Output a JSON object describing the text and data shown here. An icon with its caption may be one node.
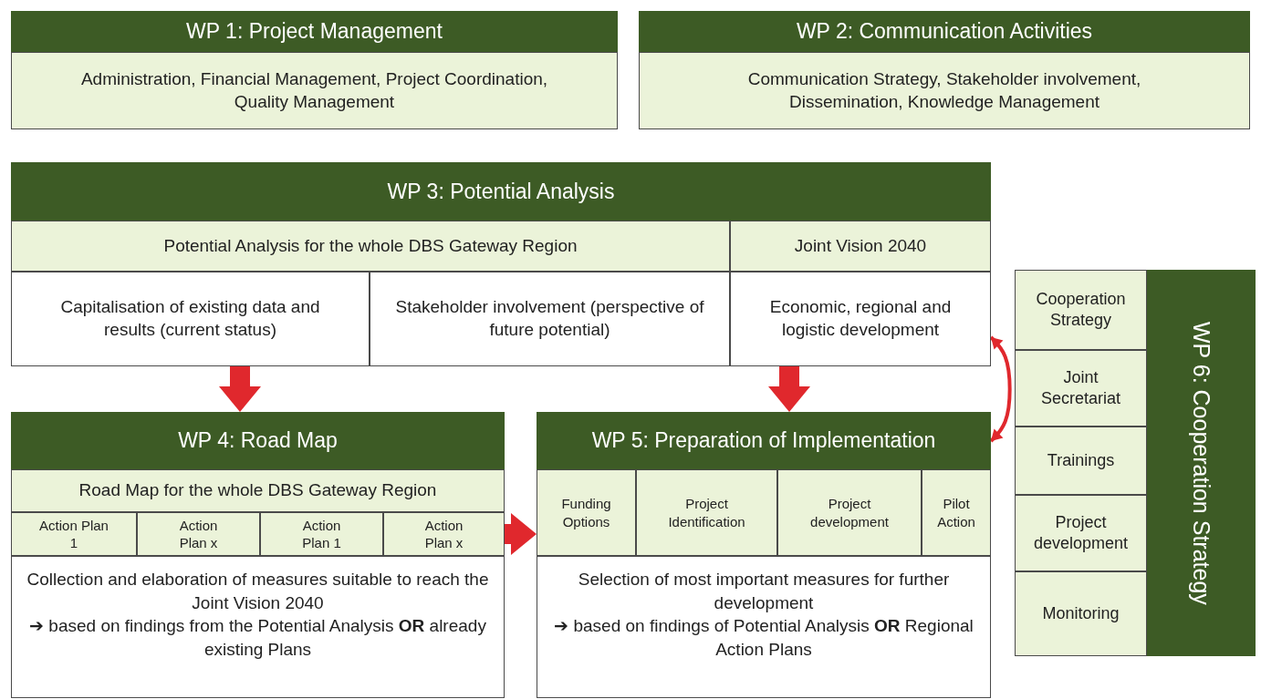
{
  "diagram": {
    "nodes": [
      {
        "text": [
          "WP 1: Project Management"
        ]
      },
      {
        "text": [
          "Administration, Financial Management, Project Coordination, Quality Management"
        ],
        "in": 0
      },
      {
        "text": [
          "WP 2: Communication Activities"
        ]
      },
      {
        "text": [
          "Communication Strategy, Stakeholder involvement, Dissemination, Knowledge Management"
        ],
        "in": 2
      },
      {
        "text": [
          "WP 3: Potential Analysis"
        ]
      },
      {
        "text": [
          "Potential Analysis for the whole DBS Gateway Region"
        ],
        "in": 4
      },
      {
        "text": [
          "Joint Vision 2040"
        ],
        "in": 4
      },
      {
        "text": [
          "Capitalisation of existing data and results (current status)"
        ],
        "in": 4
      },
      {
        "text": [
          "Stakeholder involvement (perspective of future potential)"
        ],
        "in": 4
      },
      {
        "text": [
          "Economic, regional and logistic development"
        ],
        "in": 4
      },
      {
        "text": [
          "WP 4: Road Map"
        ]
      },
      {
        "text": [
          "Road Map for the whole DBS Gateway Region"
        ],
        "in": 10
      },
      {
        "text": [
          "Action Plan 1"
        ],
        "in": 10
      },
      {
        "text": [
          "Action Plan x"
        ],
        "in": 10
      },
      {
        "text": [
          "Action Plan 1"
        ],
        "in": 10
      },
      {
        "text": [
          "Action Plan x"
        ],
        "in": 10
      },
      {
        "text": [
          "Collection and elaboration of measures suitable to reach the Joint Vision 2040",
          "➔ based on findings from the Potential Analysis **OR** already existing Plans"
        ],
        "in": 10
      },
      {
        "text": [
          "WP 5: Preparation of Implementation"
        ]
      },
      {
        "text": [
          "Funding Options"
        ],
        "in": 17
      },
      {
        "text": [
          "Project Identification"
        ],
        "in": 17
      },
      {
        "text": [
          "Project development"
        ],
        "in": 17
      },
      {
        "text": [
          "Pilot Action"
        ],
        "in": 17
      },
      {
        "text": [
          "Selection of most important measures for further development",
          "➔ based on findings of Potential Analysis **OR** Regional Action Plans"
        ],
        "in": 17
      },
      {
        "text": [
          "WP 6: Cooperation Strategy"
        ]
      },
      {
        "text": [
          "Cooperation Strategy"
        ],
        "in": 23
      },
      {
        "text": [
          "Joint Secretariat"
        ],
        "in": 23
      },
      {
        "text": [
          "Trainings"
        ],
        "in": 23
      },
      {
        "text": [
          "Project development"
        ],
        "in": 23
      },
      {
        "text": [
          "Monitoring"
        ],
        "in": 23
      }
    ],
    "edges": [
      {
        "from": 7,
        "to": 10,
        "arrow": "to"
      },
      {
        "from": 9,
        "to": 17,
        "arrow": "to"
      },
      {
        "from": 15,
        "to": 18,
        "arrow": "to"
      },
      {
        "from": 9,
        "to": 17,
        "arrow": "both"
      }
    ]
  }
}
